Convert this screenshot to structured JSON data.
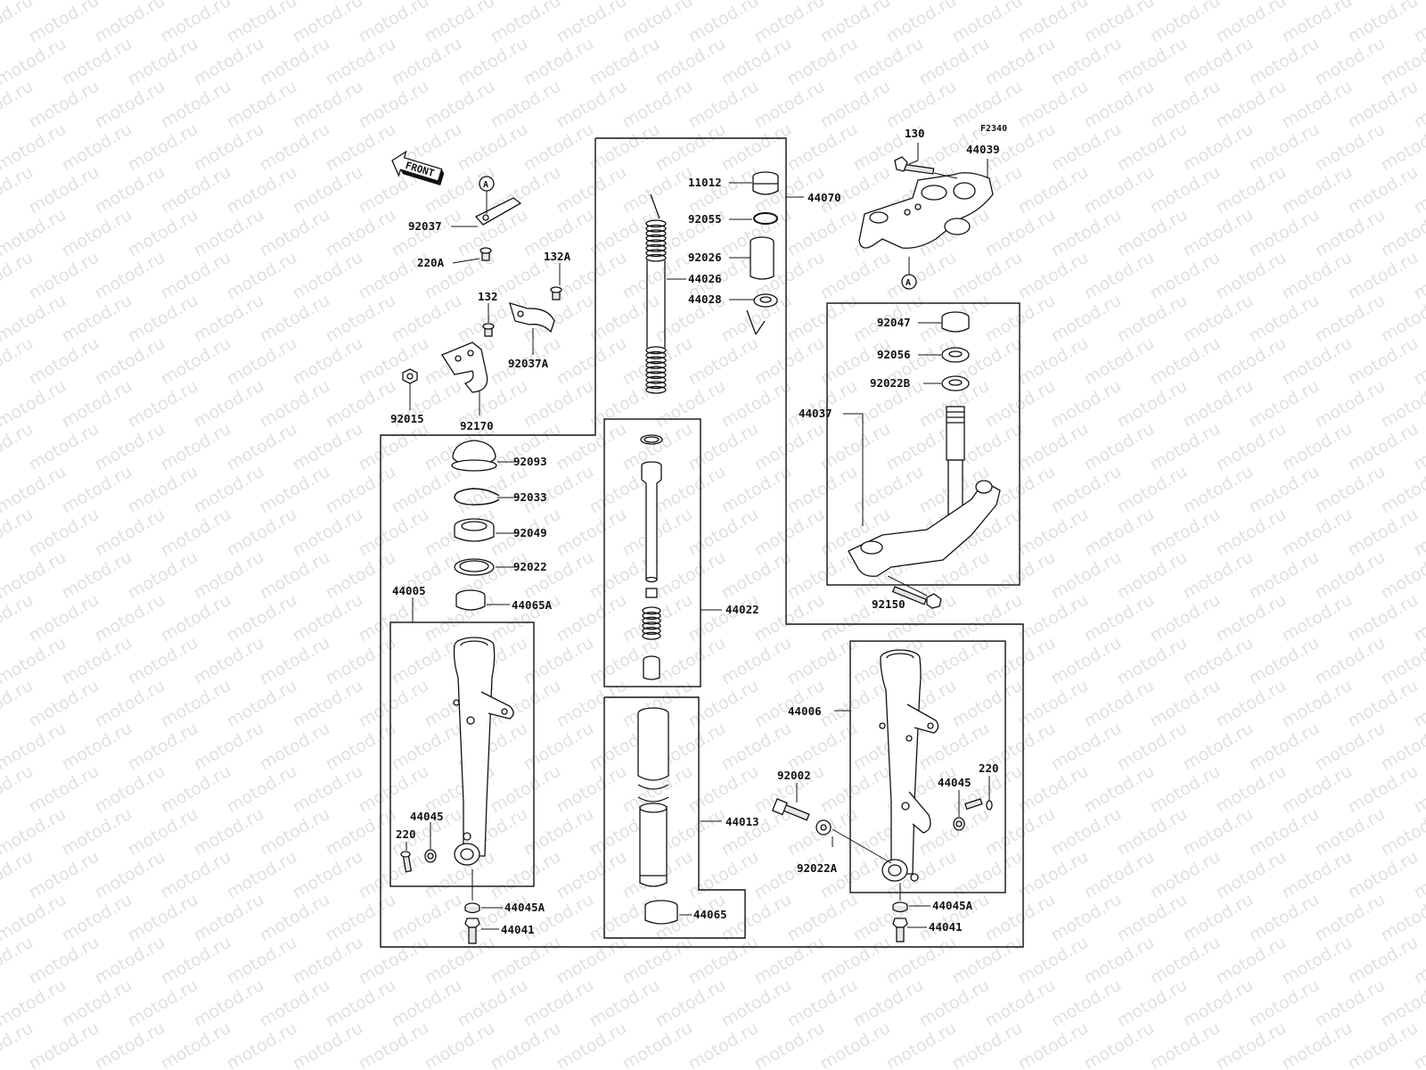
{
  "diagram_code": "F2340",
  "watermark": "motod.ru",
  "front_arrow": "FRONT",
  "callouts": {
    "a_upper": "A",
    "a_lower": "A"
  },
  "labels": {
    "p130": "130",
    "p44039": "44039",
    "p44070": "44070",
    "p11012": "11012",
    "p92055": "92055",
    "p92026": "92026",
    "p44026": "44026",
    "p44028": "44028",
    "p92037": "92037",
    "p220A": "220A",
    "p132A": "132A",
    "p132": "132",
    "p92037A": "92037A",
    "p92015": "92015",
    "p92170": "92170",
    "p92047": "92047",
    "p92056": "92056",
    "p92022B": "92022B",
    "p44037": "44037",
    "p92150": "92150",
    "p92093": "92093",
    "p92033": "92033",
    "p92049": "92049",
    "p92022": "92022",
    "p44065A": "44065A",
    "p44005": "44005",
    "p44022": "44022",
    "p44013": "44013",
    "p44065": "44065",
    "p44006": "44006",
    "p92002": "92002",
    "p92022A": "92022A",
    "p44045_l": "44045",
    "p220_l": "220",
    "p44045A_l": "44045A",
    "p44041_l": "44041",
    "p44045_r": "44045",
    "p220_r": "220",
    "p44045A_r": "44045A",
    "p44041_r": "44041"
  }
}
